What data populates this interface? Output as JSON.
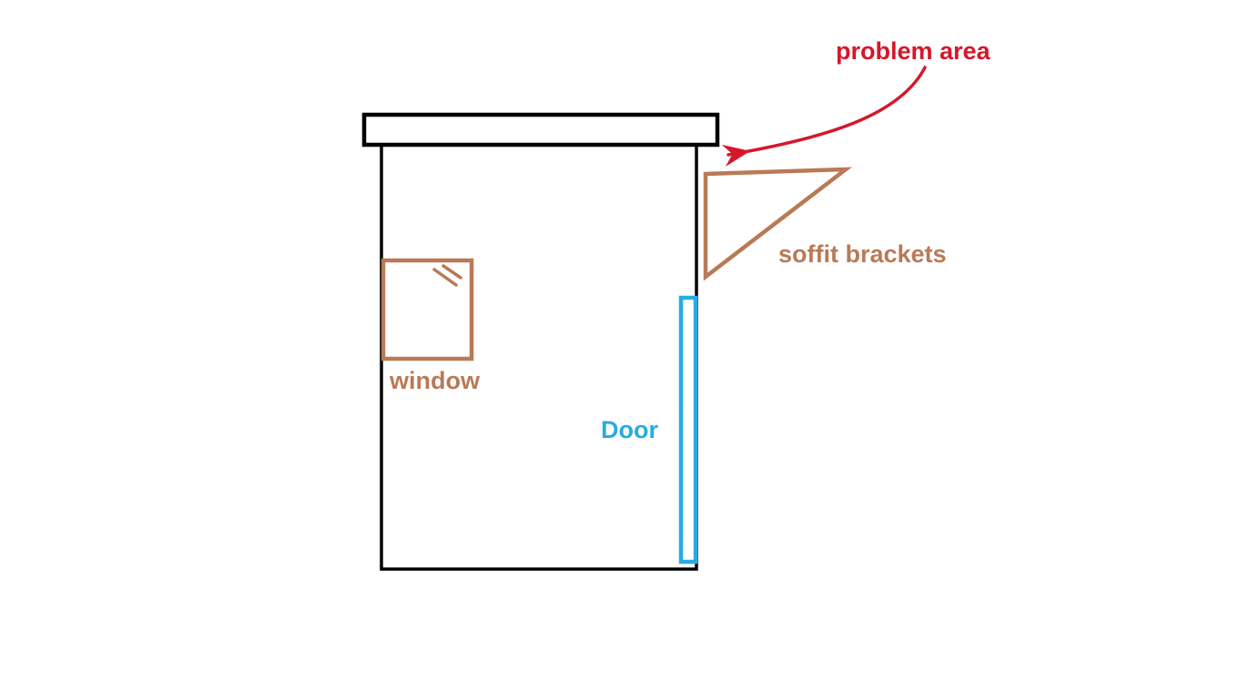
{
  "diagram": {
    "title": "house soffit problem sketch",
    "labels": {
      "problem_area": "problem area",
      "soffit_brackets": "soffit brackets",
      "window": "window",
      "door": "Door"
    },
    "shapes": {
      "roof_soffit_overhang": "horizontal rectangle at top of wall",
      "wall": "large rectangle body of structure",
      "soffit_bracket": "right triangle attached to upper right wall",
      "window": "small square with glass shine marks",
      "door": "thin vertical rectangle on right wall",
      "problem_arrow": "curved red arrow pointing to soffit corner"
    },
    "colors": {
      "outline": "#000000",
      "annotation_red": "#d6172a",
      "wood_brown": "#b97a57",
      "door_cyan": "#29abe2",
      "background": "#ffffff"
    }
  }
}
